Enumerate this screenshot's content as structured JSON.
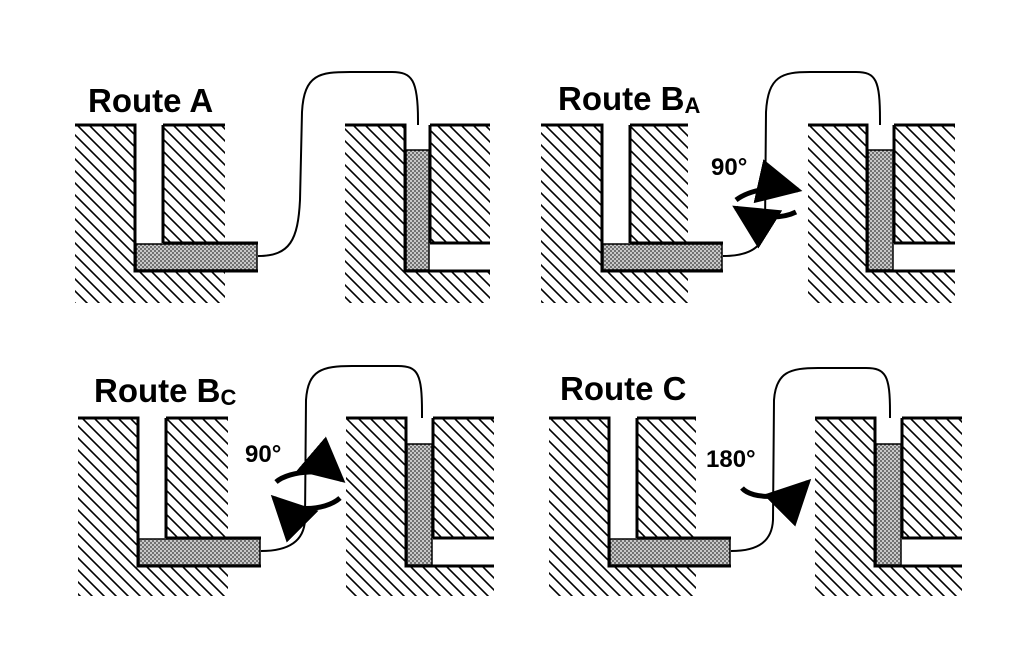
{
  "routes": [
    {
      "id": "a",
      "title_main": "Route A",
      "title_sub": "",
      "rotation_label": ""
    },
    {
      "id": "ba",
      "title_main": "Route B",
      "title_sub": "A",
      "rotation_label": "90°"
    },
    {
      "id": "bc",
      "title_main": "Route B",
      "title_sub": "C",
      "rotation_label": "90°"
    },
    {
      "id": "c",
      "title_main": "Route C",
      "title_sub": "",
      "rotation_label": "180°"
    }
  ],
  "colors": {
    "line": "#000000",
    "background": "#ffffff",
    "stipple": "#9a9a9a"
  }
}
